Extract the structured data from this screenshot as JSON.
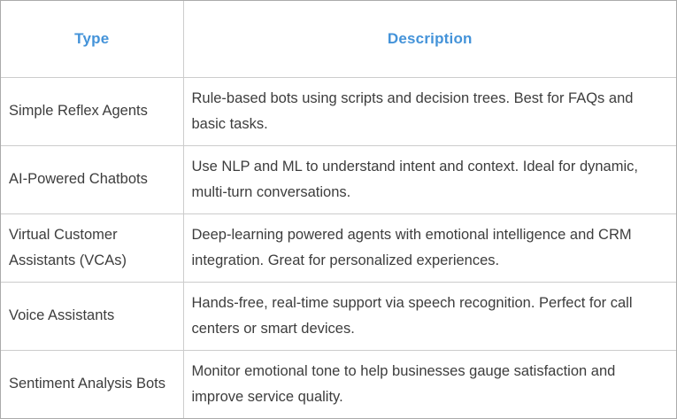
{
  "table": {
    "headers": {
      "type": "Type",
      "description": "Description"
    },
    "rows": [
      {
        "type": "Simple Reflex Agents",
        "description": "Rule-based bots using scripts and decision trees. Best for FAQs and basic tasks."
      },
      {
        "type": "AI-Powered Chatbots",
        "description": "Use NLP and ML to understand intent and context. Ideal for dynamic, multi-turn conversations."
      },
      {
        "type": "Virtual Customer Assistants (VCAs)",
        "description": "Deep-learning powered agents with emotional intelligence and CRM integration. Great for personalized experiences."
      },
      {
        "type": "Voice Assistants",
        "description": "Hands-free, real-time support via speech recognition. Perfect for call centers or smart devices."
      },
      {
        "type": "Sentiment Analysis Bots",
        "description": "Monitor emotional tone to help businesses gauge satisfaction and improve service quality."
      }
    ],
    "colors": {
      "header_text": "#4493d9",
      "body_text": "#3d3d3d",
      "border": "#cccccc",
      "outer_border": "#ababab"
    }
  }
}
